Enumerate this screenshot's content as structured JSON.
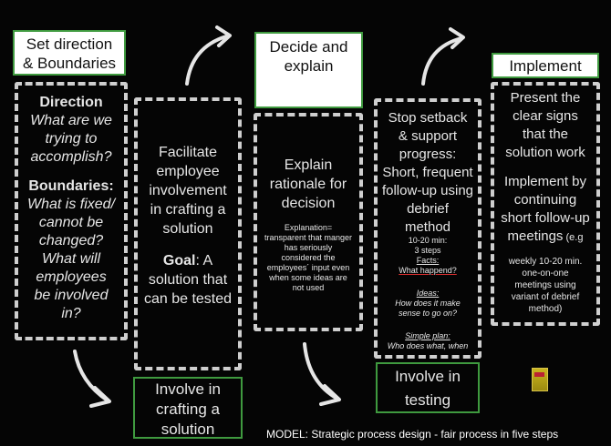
{
  "steps": [
    {
      "title": "Set direction\n& Boundaries",
      "lines": [
        {
          "t": "Direction",
          "s": "bold"
        },
        {
          "t": "What are we",
          "s": "ital"
        },
        {
          "t": "trying to",
          "s": "ital"
        },
        {
          "t": "accomplish?",
          "s": "ital"
        },
        {
          "t": "Boundaries:",
          "s": "bold"
        },
        {
          "t": "What is fixed/",
          "s": "ital"
        },
        {
          "t": "cannot be",
          "s": "ital"
        },
        {
          "t": "changed?",
          "s": "ital"
        },
        {
          "t": "What will",
          "s": "ital"
        },
        {
          "t": "employees",
          "s": "ital"
        },
        {
          "t": "be involved",
          "s": "ital"
        },
        {
          "t": "in?",
          "s": "ital"
        }
      ]
    },
    {
      "title": "",
      "facilitate": [
        "Facilitate",
        "employee",
        "involvement",
        "in crafting a",
        "solution"
      ],
      "goal_label": "Goal",
      "goal_rest": ": A",
      "goal_lines": [
        "solution that",
        "can be tested"
      ],
      "bottom": "Involve in\ncrafting a\nsolution"
    },
    {
      "title": "Decide and\nexplain",
      "explain": [
        "Explain",
        "rationale for",
        "decision"
      ],
      "small": [
        "Explanation=",
        "transparent that manger",
        "has seriously",
        "considered the",
        "employees´ input even",
        "when some ideas are",
        "not used"
      ]
    },
    {
      "title": "",
      "big": [
        "Stop setback",
        "& support",
        "progress:",
        "Short, frequent",
        "follow-up using",
        "debrief",
        "method"
      ],
      "small1": [
        "10-20 min:",
        "3 steps"
      ],
      "facts_label": "Facts:",
      "facts_text": "What happend?",
      "ideas_label": "Ideas:",
      "ideas_lines": [
        "How does it make",
        "sense to  go on?"
      ],
      "plan_label": "Simple plan:",
      "plan_text": "Who does what, when",
      "bottom": "Involve in\ntesting"
    },
    {
      "title": "Implement",
      "big1": [
        "Present the",
        "clear signs",
        "that the",
        "solution work"
      ],
      "big2": [
        "Implement by",
        "continuing",
        "short follow-up",
        "meetings"
      ],
      "meetings_suffix": " (e.g",
      "small": [
        "weekly 10-20 min.",
        "one-on-one",
        "meetings using",
        "variant of debrief",
        "method)"
      ]
    }
  ],
  "footer": "MODEL: Strategic process design - fair process in five steps",
  "colors": {
    "background": "#050505",
    "chalk": "#cfcfcf",
    "label_border": "#3f9a3f",
    "label_bg": "#ffffff"
  }
}
